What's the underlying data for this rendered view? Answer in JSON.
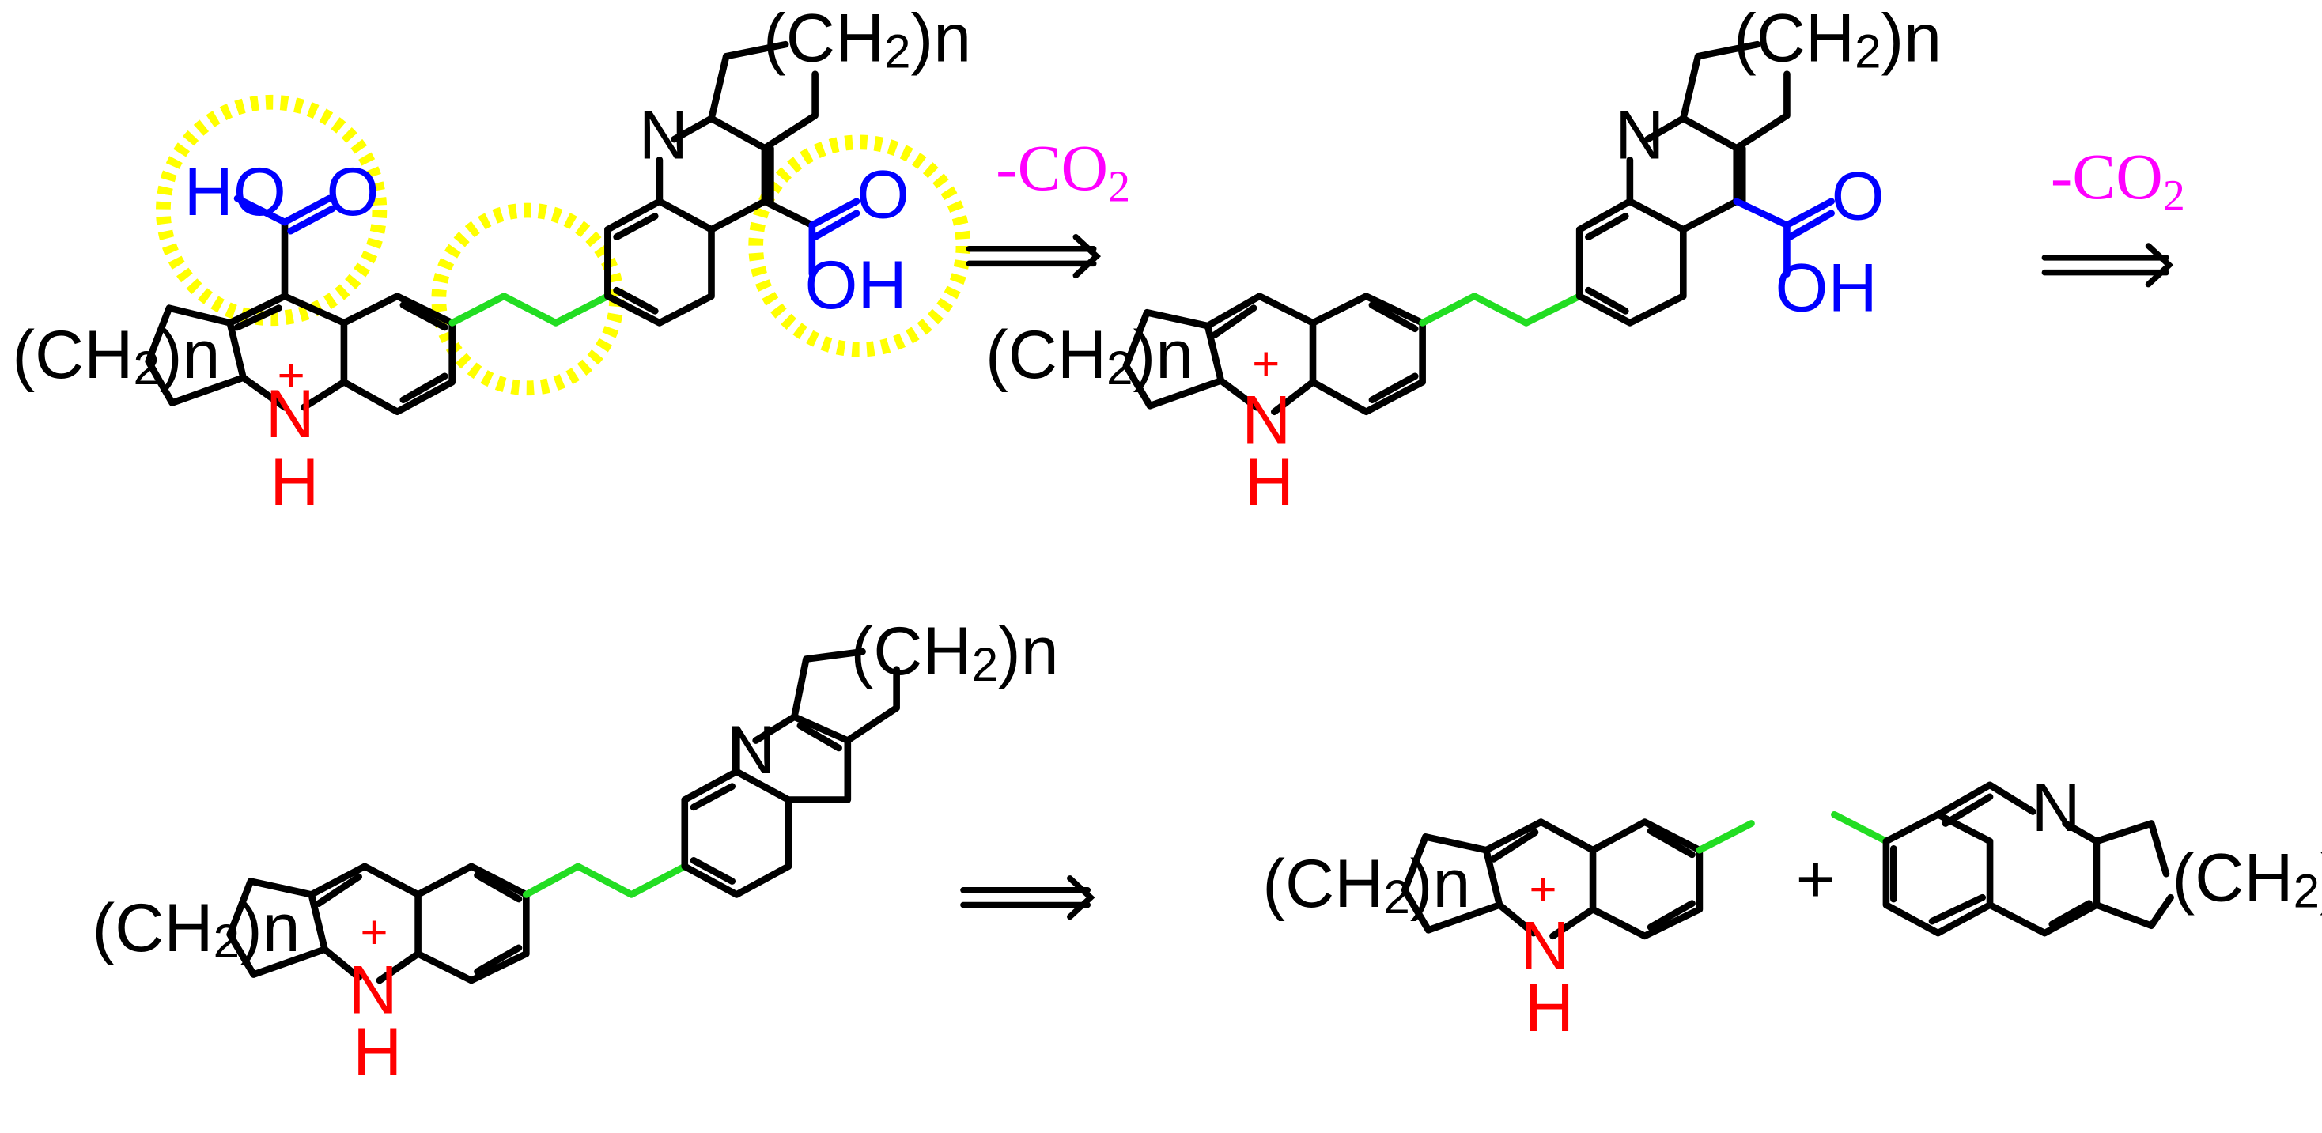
{
  "colors": {
    "bond": "#000000",
    "linker": "#22dd22",
    "carboxyl": "#0000ff",
    "cation": "#ff0000",
    "reagent": "#ff00ff",
    "highlight": "#ffff00"
  },
  "labels": {
    "nitrogen": "N",
    "hydrogen": "H",
    "plus": "+",
    "ch2_open": "(CH",
    "two": "2",
    "ch2_close_n": ")n",
    "o": "O",
    "ho": "HO",
    "oh": "OH"
  },
  "reagent": {
    "minus_co": "-CO",
    "sub": "2"
  },
  "operator_plus": "+"
}
